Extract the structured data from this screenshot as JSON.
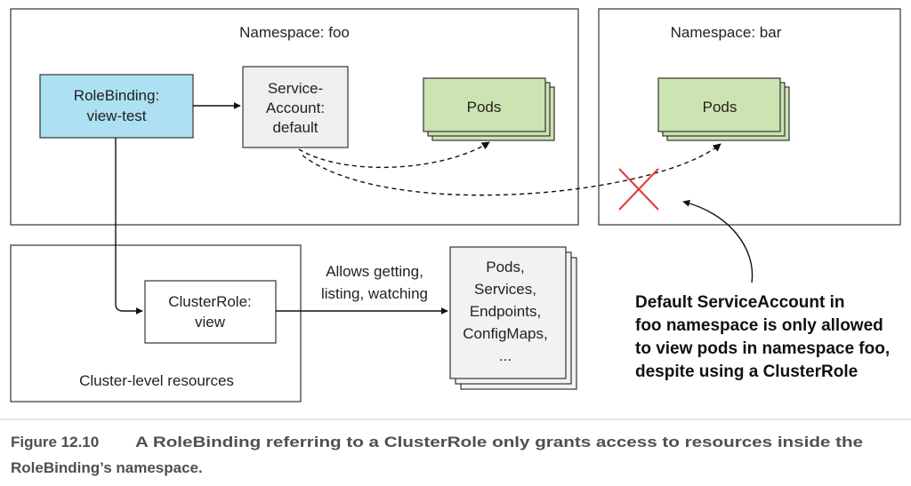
{
  "namespaces": {
    "foo": {
      "title": "Namespace: foo"
    },
    "bar": {
      "title": "Namespace: bar"
    }
  },
  "cluster": {
    "title": "Cluster-level resources"
  },
  "rolebinding": {
    "line1": "RoleBinding:",
    "line2": "view-test"
  },
  "serviceaccount": {
    "line1": "Service-",
    "line2": "Account:",
    "line3": "default"
  },
  "pods_foo": {
    "label": "Pods"
  },
  "pods_bar": {
    "label": "Pods"
  },
  "clusterrole": {
    "line1": "ClusterRole:",
    "line2": "view"
  },
  "verbs": {
    "line1": "Allows getting,",
    "line2": "listing, watching"
  },
  "resources": {
    "items": [
      "Pods,",
      "Services,",
      "Endpoints,",
      "ConfigMaps,",
      "..."
    ]
  },
  "annotation": {
    "lines": [
      "Default ServiceAccount in",
      "foo namespace is only allowed",
      "to view pods in namespace foo,",
      "despite using a ClusterRole"
    ]
  },
  "caption": {
    "label": "Figure 12.10",
    "line1": "A RoleBinding referring to a ClusterRole only grants access to resources inside the",
    "line2": "RoleBinding’s namespace."
  },
  "colors": {
    "rolebinding_fill": "#ade0f2",
    "serviceaccount_fill": "#efefef",
    "pods_fill": "#cce3b2",
    "resources_fill": "#f2f2f2",
    "cross": "#e23a3a",
    "caption": "#4f4f4f"
  }
}
